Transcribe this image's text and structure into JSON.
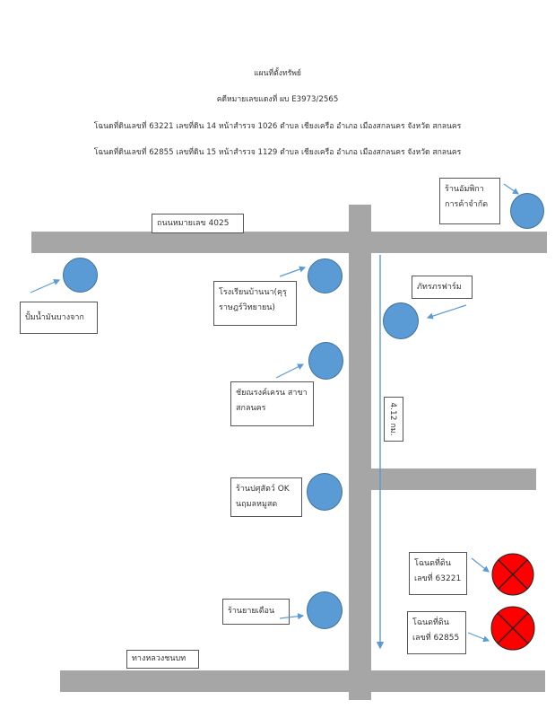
{
  "header": {
    "title": "แผนที่ตั้งทรัพย์",
    "case_line": "คดีหมายเลขแดงที่ ผบ E3973/2565",
    "deed1_line": "โฉนดที่ดินเลขที่ 63221 เลขที่ดิน 14 หน้าสำรวจ 1026 ตำบล เชียงเครือ อำเภอ เมืองสกลนคร จังหวัด สกลนคร",
    "deed2_line": "โฉนดที่ดินเลขที่ 62855 เลขที่ดิน 15 หน้าสำรวจ 1129 ตำบล เชียงเครือ อำเภอ เมืองสกลนคร จังหวัด สกลนคร"
  },
  "roads": {
    "highway_label": "ถนนหมายเลข 4025",
    "bottom_road_label": "ทางหลวงชนบท"
  },
  "distance_label": "4.12 กม.",
  "landmarks": {
    "amphika_line1": "ร้านอัมพิกา",
    "amphika_line2": "การค้าจำกัด",
    "gas_station": "ปั้มน้ำมันบางจาก",
    "school_line1": "โรงเรียนบ้านนา(คุรุ",
    "school_line2": "ราษฎร์วิทยายน)",
    "pharmacy": "ภัทรภรฟาร์ม",
    "chaiyanarong_line1": "ชัยณรงค์เครน สาขา",
    "chaiyanarong_line2": "สกลนคร",
    "ok_shop_line1": "ร้านปศุสัตว์ OK",
    "ok_shop_line2": "นฤมลหมูสด",
    "yai_shop": "ร้านยายเดือน"
  },
  "properties": {
    "p1_line1": "โฉนดที่ดิน",
    "p1_line2": "เลขที่ 63221",
    "p2_line1": "โฉนดที่ดิน",
    "p2_line2": "เลขที่ 62855"
  },
  "colors": {
    "road": "#a6a6a6",
    "marker_fill": "#5b9bd5",
    "marker_stroke": "#41719c",
    "property_fill": "#ff0000",
    "arrow": "#5b9bd5"
  }
}
